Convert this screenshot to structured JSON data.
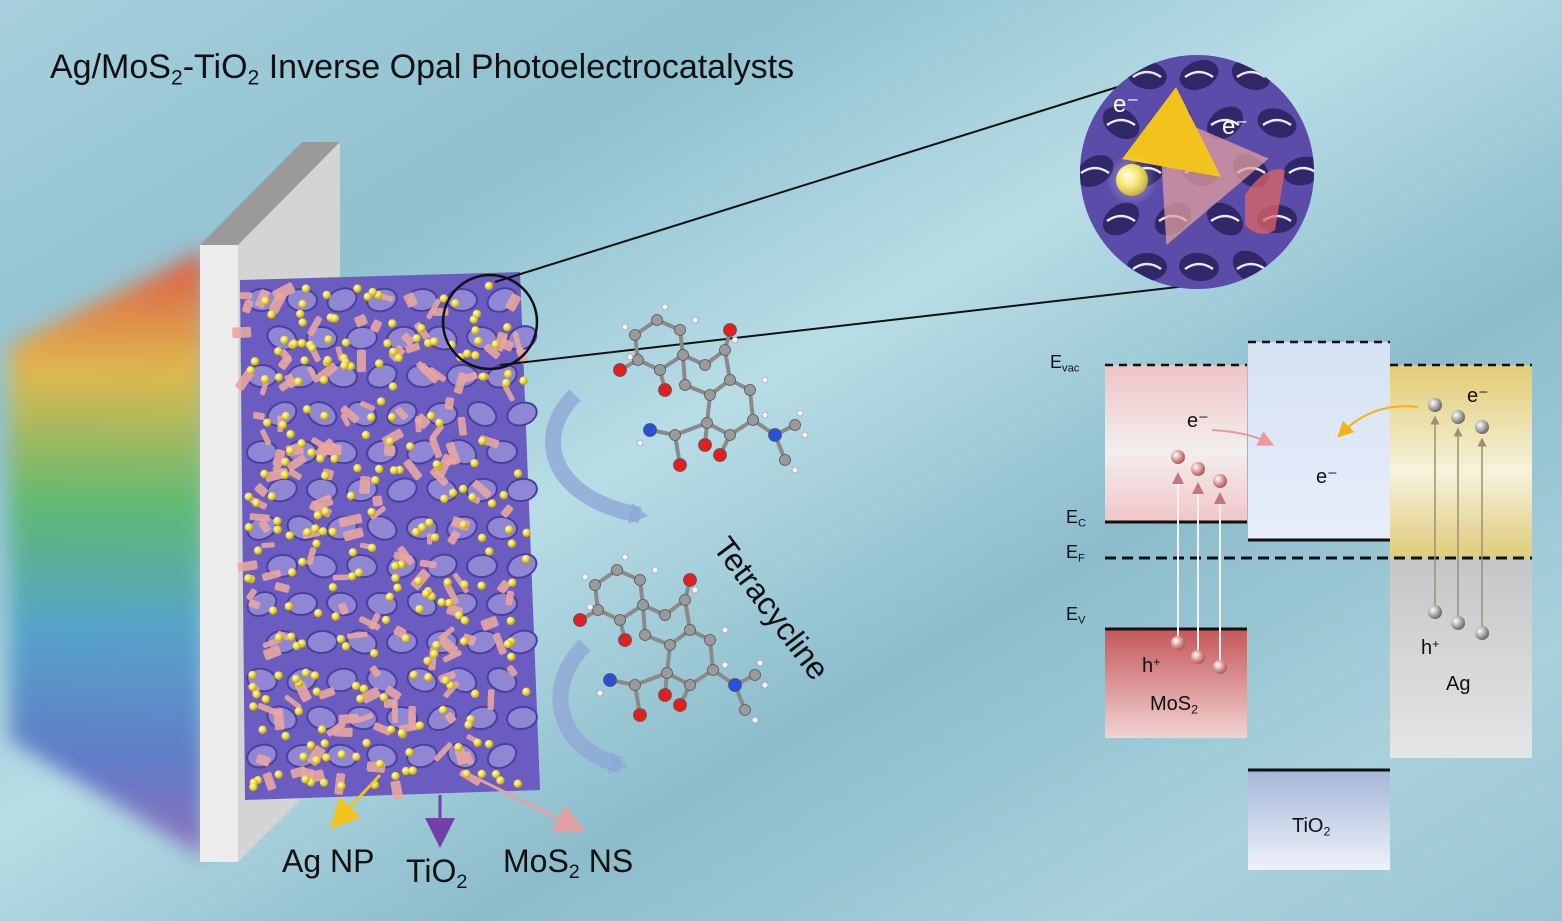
{
  "title": {
    "part1": "Ag/MoS",
    "sub1": "2",
    "part2": "-TiO",
    "sub2": "2",
    "part3": " Inverse Opal Photoelectrocatalysts"
  },
  "labels": {
    "ag_np": "Ag NP",
    "tio2_base": "TiO",
    "tio2_sub": "2",
    "mos2_ns_base": "MoS",
    "mos2_ns_sub": "2",
    "mos2_ns_suffix": " NS",
    "tetracycline": "Tetracycline"
  },
  "inset": {
    "electron1": "e⁻",
    "electron2": "e⁻"
  },
  "energy_diagram": {
    "e_vac_base": "E",
    "e_vac_sub": "vac",
    "e_c_base": "E",
    "e_c_sub": "C",
    "e_f_base": "E",
    "e_f_sub": "F",
    "e_v_base": "E",
    "e_v_sub": "V",
    "mos2_electron": "e⁻",
    "mos2_hole_base": "h",
    "mos2_hole_sup": "+",
    "mos2_label_base": "MoS",
    "mos2_label_sub": "2",
    "tio2_electron": "e⁻",
    "tio2_label_base": "TiO",
    "tio2_label_sub": "2",
    "ag_electron": "e⁻",
    "ag_hole_base": "h",
    "ag_hole_sup": "+",
    "ag_label": "Ag"
  },
  "colors": {
    "opal_purple": "#6a5cc0",
    "ag_yellow": "#f2e040",
    "mos2_pink": "#e8a6a0",
    "mos2_band_top": "#f3cfd0",
    "mos2_band_bottom": "#c75b5e",
    "tio2_band": "#dde8f8",
    "ag_band_top": "#e6d27a",
    "ag_band_bottom": "#c9ccd0"
  }
}
